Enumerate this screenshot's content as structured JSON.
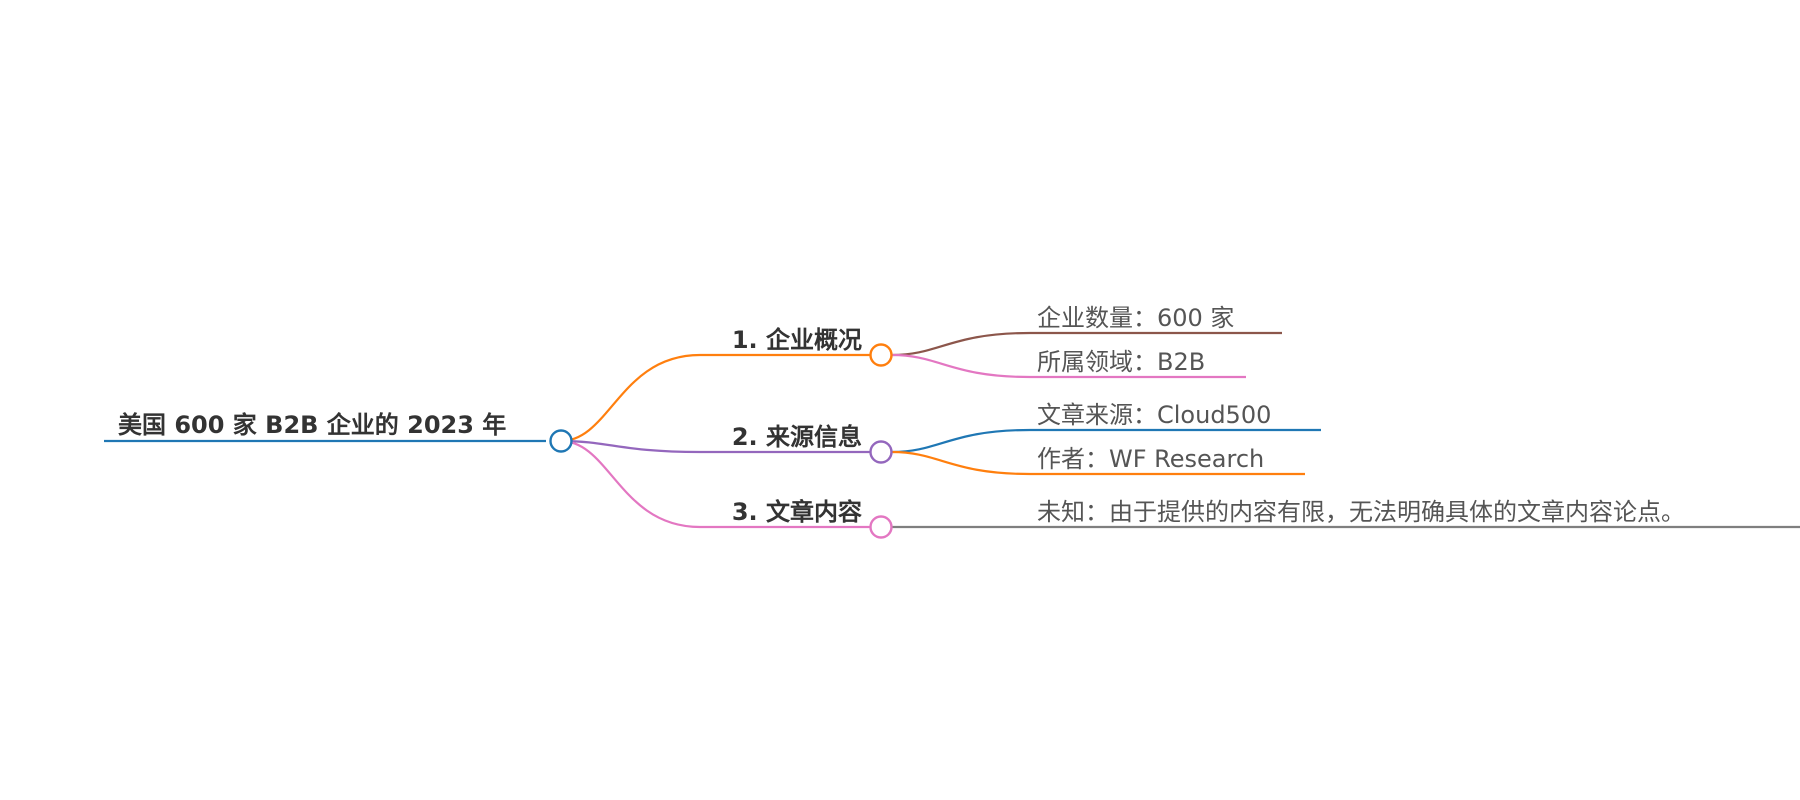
{
  "root": {
    "label": "美国 600 家 B2B 企业的 2023 年",
    "color": "#1f77b4"
  },
  "branches": [
    {
      "label": "1. 企业概况",
      "color": "#ff7f0e",
      "children": [
        {
          "label": "企业数量：600 家",
          "color": "#8c564b"
        },
        {
          "label": "所属领域：B2B",
          "color": "#e377c2"
        }
      ]
    },
    {
      "label": "2. 来源信息",
      "color": "#9467bd",
      "children": [
        {
          "label": "文章来源：Cloud500",
          "color": "#1f77b4"
        },
        {
          "label": "作者：WF Research",
          "color": "#ff7f0e"
        }
      ]
    },
    {
      "label": "3. 文章内容",
      "color": "#e377c2",
      "children": [
        {
          "label": "未知：由于提供的内容有限，无法明确具体的文章内容论点。",
          "color": "#7f7f7f"
        }
      ]
    }
  ]
}
